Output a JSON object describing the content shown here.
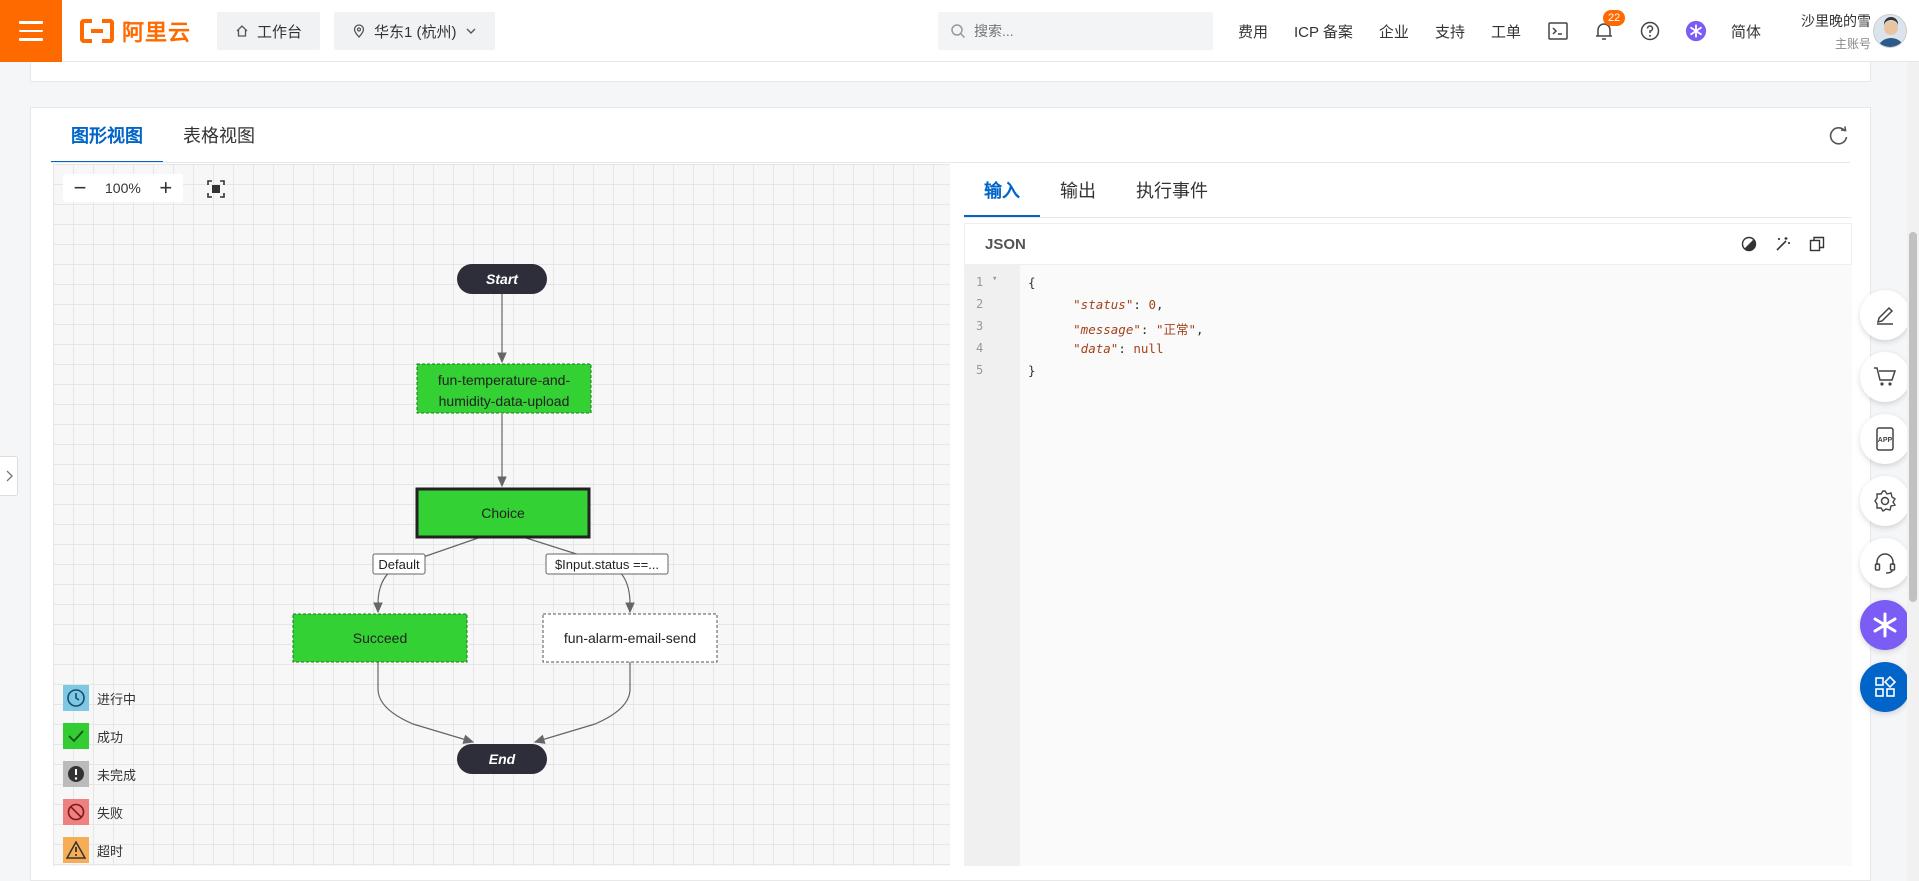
{
  "header": {
    "brand": "阿里云",
    "workspace_label": "工作台",
    "region_label": "华东1 (杭州)",
    "search_placeholder": "搜索...",
    "links": [
      "费用",
      "ICP 备案",
      "企业",
      "支持",
      "工单"
    ],
    "notification_count": "22",
    "language_label": "简体",
    "user_name": "沙里晚的雪",
    "user_role": "主账号",
    "accent_color": "#ff6a00"
  },
  "view_tabs": {
    "graph_label": "图形视图",
    "table_label": "表格视图",
    "active": "graph"
  },
  "canvas": {
    "zoom_level": "100%",
    "nodes": {
      "start": "Start",
      "task1_line1": "fun-temperature-and-",
      "task1_line2": "humidity-data-upload",
      "choice": "Choice",
      "default_edge": "Default",
      "cond_edge": "$Input.status ==...",
      "succeed": "Succeed",
      "alarm": "fun-alarm-email-send",
      "end": "End"
    },
    "legend": [
      {
        "label": "进行中",
        "icon": "clock-icon",
        "color": "#7ec8e3"
      },
      {
        "label": "成功",
        "icon": "check-icon",
        "color": "#33cc33"
      },
      {
        "label": "未完成",
        "icon": "exclamation-icon",
        "color": "#bbbbbb"
      },
      {
        "label": "失败",
        "icon": "prohibited-icon",
        "color": "#f08080"
      },
      {
        "label": "超时",
        "icon": "warning-icon",
        "color": "#f6ad55"
      }
    ]
  },
  "io_panel": {
    "tabs": [
      "输入",
      "输出",
      "执行事件"
    ],
    "active_tab": "输入",
    "format_label": "JSON",
    "code": {
      "line1": "{",
      "key_status": "\"status\"",
      "val_status": "0",
      "key_message": "\"message\"",
      "val_message": "\"正常\"",
      "key_data": "\"data\"",
      "val_data": "null",
      "line5": "}"
    },
    "line_numbers": [
      "1",
      "2",
      "3",
      "4",
      "5"
    ]
  }
}
